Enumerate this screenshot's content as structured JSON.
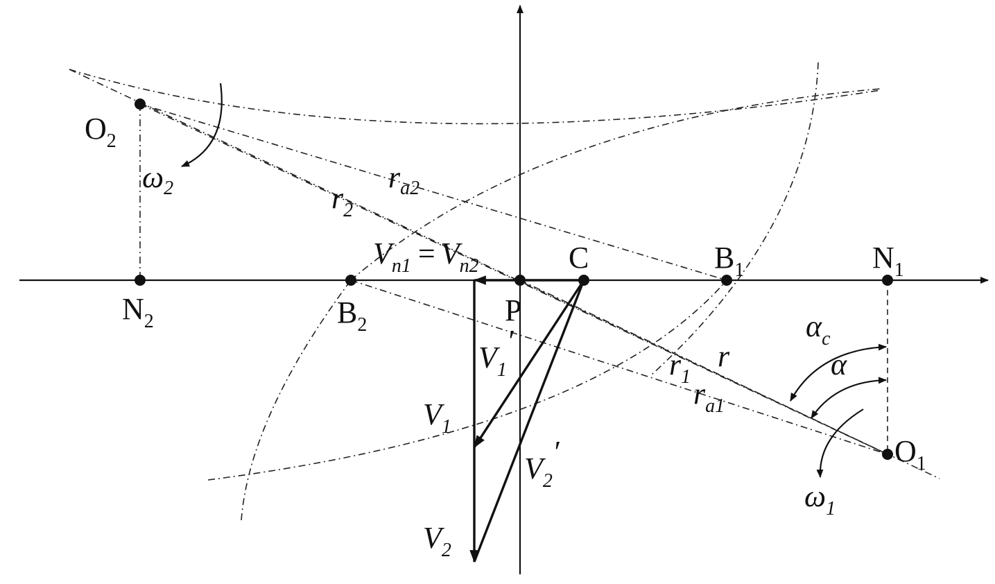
{
  "labels": {
    "O2": {
      "base": "O",
      "sub": "2"
    },
    "N2": {
      "base": "N",
      "sub": "2"
    },
    "B2": {
      "base": "B",
      "sub": "2"
    },
    "P": {
      "base": "P"
    },
    "C": {
      "base": "C"
    },
    "B1": {
      "base": "B",
      "sub": "1"
    },
    "N1": {
      "base": "N",
      "sub": "1"
    },
    "O1": {
      "base": "O",
      "sub": "1"
    },
    "omega2": {
      "base": "ω",
      "sub": "2"
    },
    "omega1": {
      "base": "ω",
      "sub": "1"
    },
    "ra2": {
      "base": "r",
      "sub": "a2"
    },
    "r2": {
      "base": "r",
      "sub": "2"
    },
    "vn": {
      "base1": "V",
      "sub1": "n1",
      "eq": "=",
      "base2": "V",
      "sub2": "n2"
    },
    "V1prime": {
      "base": "V",
      "sub": "1",
      "prime": "′"
    },
    "V1": {
      "base": "V",
      "sub": "1"
    },
    "V2": {
      "base": "V",
      "sub": "2"
    },
    "V2prime": {
      "base": "V",
      "sub": "2",
      "prime": "′"
    },
    "r1": {
      "base": "r",
      "sub": "1"
    },
    "r": {
      "base": "r"
    },
    "ra1": {
      "base": "r",
      "sub": "a1"
    },
    "alphac": {
      "base": "α",
      "sub": "c"
    },
    "alpha": {
      "base": "α"
    }
  },
  "colors": {
    "ink": "#111111",
    "background": "#ffffff"
  }
}
